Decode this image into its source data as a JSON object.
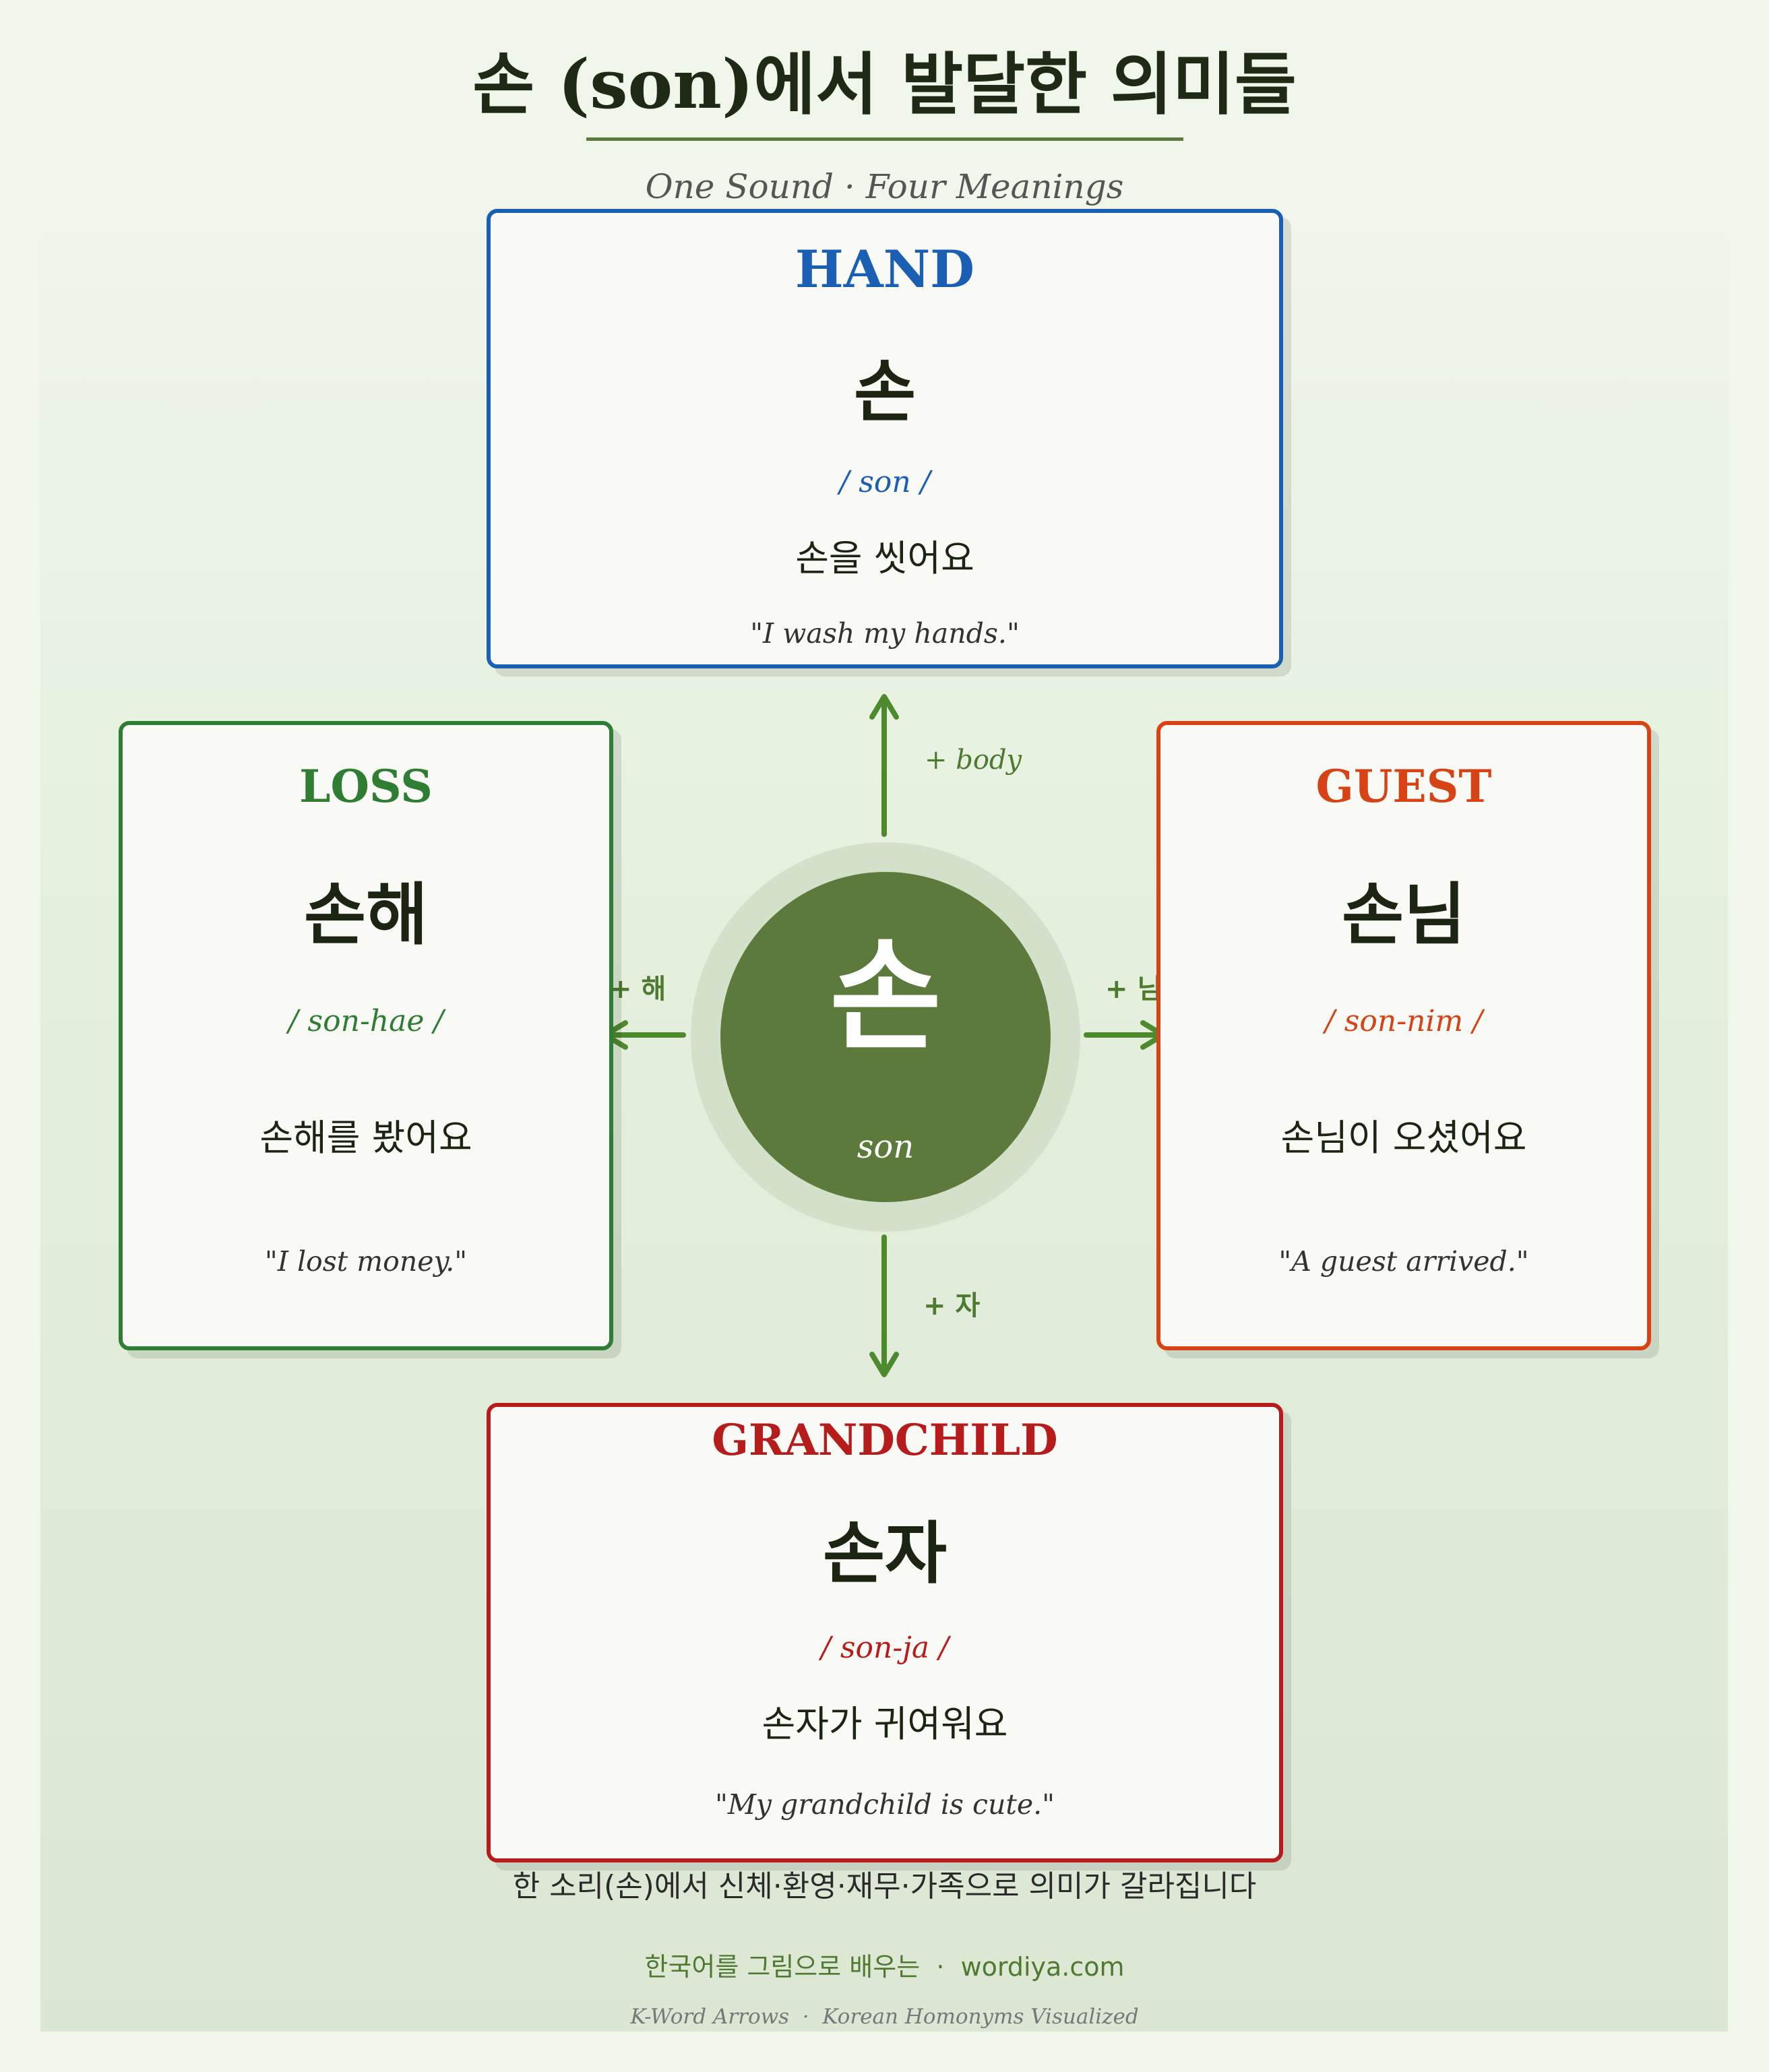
{
  "title": "손 (son)에서 발달한 의미들",
  "subtitle": "One Sound · Four Meanings",
  "colors": {
    "hand": "#1a5fb4",
    "loss": "#2e7d32",
    "guest": "#d84315",
    "grandchild": "#b71c1c",
    "hub": "#5c7a3c",
    "arrow": "#4d8a2e"
  },
  "center": {
    "char": "손",
    "romanization": "son"
  },
  "cards": {
    "hand": {
      "title": "HAND",
      "word": "손",
      "romanization": "/ son /",
      "sentence": "손을 씻어요",
      "translation": "\"I wash my hands.\""
    },
    "loss": {
      "title": "LOSS",
      "word": "손해",
      "romanization": "/ son-hae /",
      "sentence": "손해를 봤어요",
      "translation": "\"I lost money.\""
    },
    "guest": {
      "title": "GUEST",
      "word": "손님",
      "romanization": "/ son-nim /",
      "sentence": "손님이 오셨어요",
      "translation": "\"A guest arrived.\""
    },
    "grandchild": {
      "title": "GRANDCHILD",
      "word": "손자",
      "romanization": "/ son-ja /",
      "sentence": "손자가 귀여워요",
      "translation": "\"My grandchild is cute.\""
    }
  },
  "arrows": {
    "up": "+ body",
    "left": "+ 해",
    "right": "+ 님",
    "down": "+ 자"
  },
  "footer": {
    "summary": "한 소리(손)에서 신체·환영·재무·가족으로 의미가 갈라집니다",
    "brand": "한국어를 그림으로 배우는  ·  wordiya.com",
    "series": "K-Word Arrows  ·  Korean Homonyms Visualized"
  }
}
